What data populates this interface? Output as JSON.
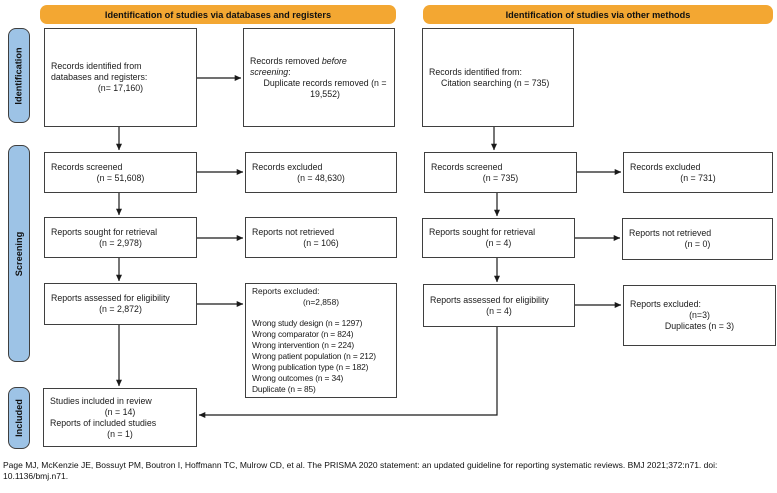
{
  "headers": {
    "databases": "Identification of studies via databases and registers",
    "other": "Identification of studies via other methods"
  },
  "stage_labels": {
    "identification": "Identification",
    "screening": "Screening",
    "included": "Included"
  },
  "colors": {
    "header_bg": "#F3A732",
    "stage_fill": "#9DC3E6",
    "box_border": "#3F3F3F"
  },
  "boxes": {
    "db_identified": {
      "line1": "Records identified from",
      "line2": "databases and registers:",
      "count": "(n= 17,160)"
    },
    "records_removed": {
      "pre": "Records removed ",
      "italic": "before screening",
      "post": ":",
      "line2": "Duplicate records removed  (n = 19,552)"
    },
    "records_screened": {
      "line1": "Records screened",
      "count": "(n = 51,608)"
    },
    "records_excluded": {
      "line1": "Records excluded",
      "count": "(n = 48,630)"
    },
    "reports_sought": {
      "line1": "Reports sought for retrieval",
      "count": "(n = 2,978)"
    },
    "reports_not_retrieved": {
      "line1": "Reports not retrieved",
      "count": "(n = 106)"
    },
    "reports_assessed": {
      "line1": "Reports assessed for eligibility",
      "count": "(n = 2,872)"
    },
    "reports_excluded_detail": {
      "line1": "Reports excluded:",
      "count": "(n=2,858)",
      "reasons": [
        "Wrong study design (n = 1297)",
        "Wrong comparator (n = 824)",
        "Wrong intervention (n = 224)",
        "Wrong patient population (n = 212)",
        "Wrong publication type (n = 182)",
        "Wrong outcomes (n = 34)",
        "Duplicate (n = 85)"
      ]
    },
    "included": {
      "line1": "Studies included in review",
      "count1": "(n = 14)",
      "line2": "Reports of included studies",
      "count2": "(n = 1)"
    },
    "other_identified": {
      "line1": "Records identified from:",
      "line2": "Citation searching (n = 735)"
    },
    "other_screened": {
      "line1": "Records screened",
      "count": "(n = 735)"
    },
    "other_excluded": {
      "line1": "Records excluded",
      "count": "(n = 731)"
    },
    "other_sought": {
      "line1": "Reports sought for retrieval",
      "count": "(n = 4)"
    },
    "other_not_retrieved": {
      "line1": "Reports not retrieved",
      "count": "(n = 0)"
    },
    "other_assessed": {
      "line1": "Reports assessed for eligibility",
      "count": "(n = 4)"
    },
    "other_excluded2": {
      "line1": "Reports excluded:",
      "count": "(n=3)",
      "line2": "Duplicates (n = 3)"
    }
  },
  "footer": "Page MJ, McKenzie JE, Bossuyt PM, Boutron I, Hoffmann TC, Mulrow CD, et al. The PRISMA 2020 statement: an updated guideline for reporting systematic reviews. BMJ 2021;372:n71. doi: 10.1136/bmj.n71."
}
